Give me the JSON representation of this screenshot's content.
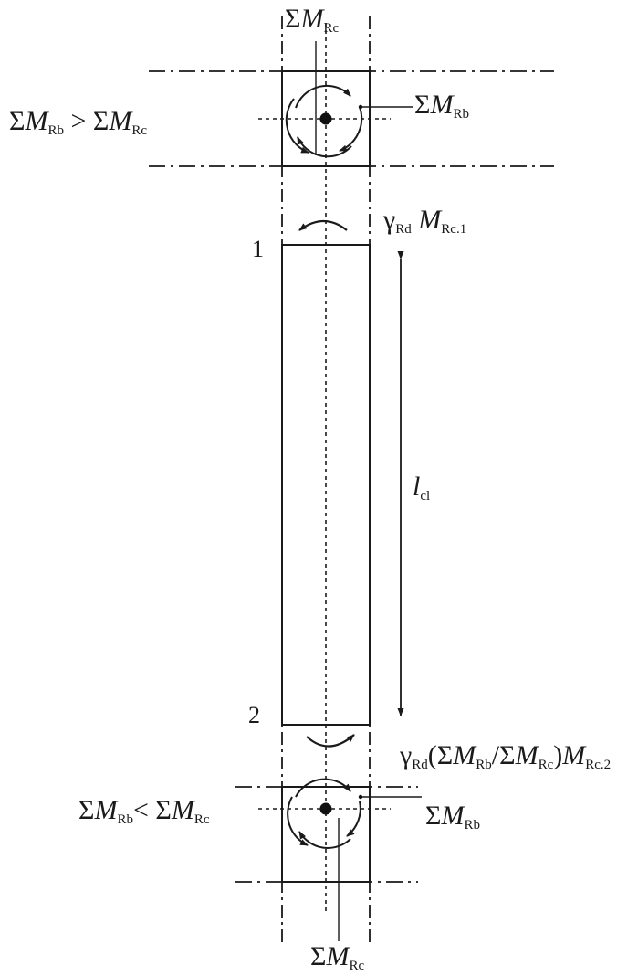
{
  "diagram": {
    "sum": "Σ",
    "gamma": "γ",
    "M": "M",
    "top_node": {
      "condition": {
        "left": "Rb",
        "op": ">",
        "right": "Rc"
      },
      "column_moment": {
        "sub": "Rc"
      },
      "beam_moment": {
        "sub": "Rb"
      }
    },
    "top_end_moment": {
      "gamma_sub": "Rd",
      "moment_sub": "Rc.1"
    },
    "end_labels": {
      "top": "1",
      "bottom": "2"
    },
    "length": {
      "symbol": "l",
      "sub": "cl"
    },
    "bottom_end_moment": {
      "gamma_sub": "Rd",
      "ratio_num_sub": "Rb",
      "slash": "/",
      "ratio_den_sub": "Rc",
      "open_paren": "(",
      "close_paren": ")",
      "moment_sub": "Rc.2"
    },
    "bottom_node": {
      "condition": {
        "left": "Rb",
        "op": "<",
        "right": "Rc"
      },
      "beam_moment": {
        "sub": "Rb"
      },
      "column_moment": {
        "sub": "Rc"
      }
    }
  }
}
